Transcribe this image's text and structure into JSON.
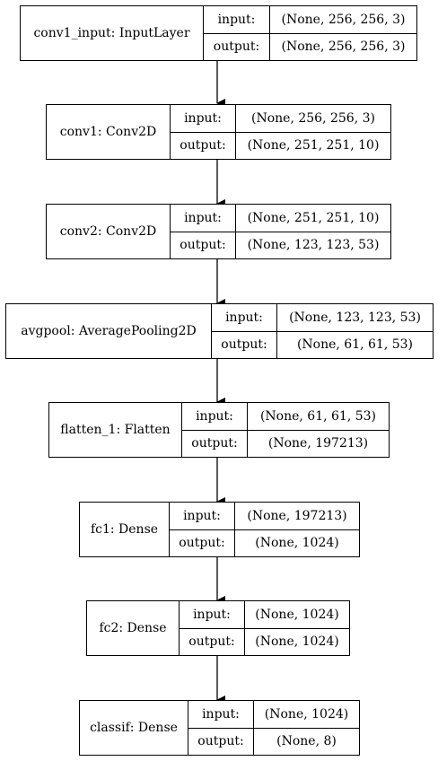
{
  "layers": [
    {
      "name": "conv1_input: InputLayer",
      "input_label": "input:",
      "output_label": "output:",
      "input_shape": "(None, 256, 256, 3)",
      "output_shape": "(None, 256, 256, 3)"
    },
    {
      "name": "conv1: Conv2D",
      "input_label": "input:",
      "output_label": "output:",
      "input_shape": "(None, 256, 256, 3)",
      "output_shape": "(None, 251, 251, 10)"
    },
    {
      "name": "conv2: Conv2D",
      "input_label": "input:",
      "output_label": "output:",
      "input_shape": "(None, 251, 251, 10)",
      "output_shape": "(None, 123, 123, 53)"
    },
    {
      "name": "avgpool: AveragePooling2D",
      "input_label": "input:",
      "output_label": "output:",
      "input_shape": "(None, 123, 123, 53)",
      "output_shape": "(None, 61, 61, 53)"
    },
    {
      "name": "flatten_1: Flatten",
      "input_label": "input:",
      "output_label": "output:",
      "input_shape": "(None, 61, 61, 53)",
      "output_shape": "(None, 197213)"
    },
    {
      "name": "fc1: Dense",
      "input_label": "input:",
      "output_label": "output:",
      "input_shape": "(None, 197213)",
      "output_shape": "(None, 1024)"
    },
    {
      "name": "fc2: Dense",
      "input_label": "input:",
      "output_label": "output:",
      "input_shape": "(None, 1024)",
      "output_shape": "(None, 1024)"
    },
    {
      "name": "classif: Dense",
      "input_label": "input:",
      "output_label": "output:",
      "input_shape": "(None, 1024)",
      "output_shape": "(None, 8)"
    }
  ]
}
